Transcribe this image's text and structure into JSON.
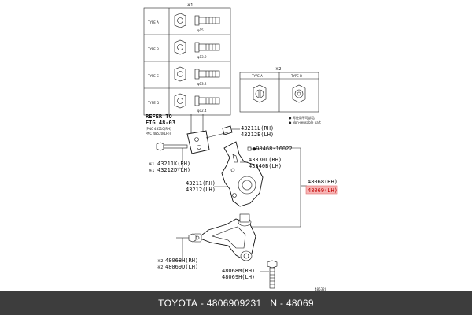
{
  "table1": {
    "mark": "※1",
    "rows": [
      {
        "type": "TYPE A",
        "dim": "φ15"
      },
      {
        "type": "TYPE B",
        "dim": "φ13.9"
      },
      {
        "type": "TYPE C",
        "dim": "φ13.2"
      },
      {
        "type": "TYPE D",
        "dim": "φ12.4"
      }
    ]
  },
  "table2": {
    "mark": "※2",
    "cols": [
      "TYPE A",
      "TYPE B"
    ],
    "legend": [
      "● 再使用不可部品",
      "● Non-reusable part"
    ]
  },
  "refer": {
    "line1": "REFER TO",
    "line2": "FIG 48-03",
    "line3": "(PNC 48510(RH)",
    "line4": "PNC 48520(LH))"
  },
  "labels": {
    "l43211L": "43211L(RH)",
    "l43212E": "43212E(LH)",
    "l90468": "●90468-16022",
    "l43330L": "43330L(RH)",
    "l43340B": "43340B(LH)",
    "l43211K": "43211K(RH)",
    "l43212D": "43212D(LH)",
    "l43211": "43211(RH)",
    "l43212": "43212(LH)",
    "l48068": "48068(RH)",
    "l48069": "48069(LH)",
    "l48068H": "48068H(RH)",
    "l48069D": "48069D(LH)",
    "l48068M": "48068M(RH)",
    "l48069H": "48069H(LH)",
    "star1a": "※1",
    "star1b": "※1",
    "star2a": "※2",
    "star2b": "※2",
    "code": "485320"
  },
  "footer": {
    "brand": "TOYOTA",
    "sep1": " - ",
    "part_no": "4806909231",
    "sep2": "   N - ",
    "pnc": "48069"
  },
  "colors": {
    "highlight_fill": "#f7b5b5",
    "highlight_text": "#c00000",
    "footer_bg": "#3d3d3d"
  }
}
